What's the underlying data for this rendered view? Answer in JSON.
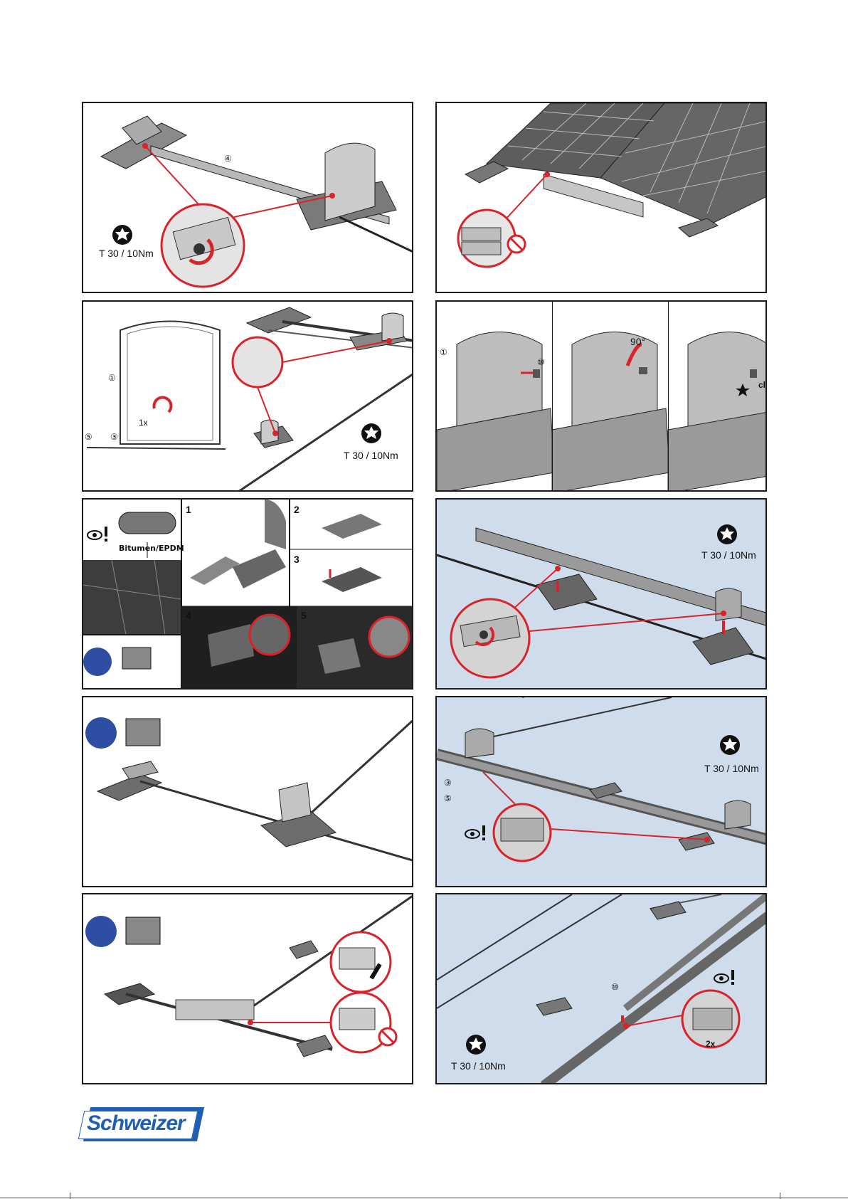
{
  "brand": {
    "logo_text": "Schweizer"
  },
  "labels": {
    "torque": "T 30 / 10Nm",
    "angle": "90°",
    "clip": "cli",
    "material": "Bitumen/EPDM",
    "count_1x": "1x",
    "count_2x": "2x"
  },
  "callouts": {
    "c1": "①",
    "c3": "③",
    "c4": "④",
    "c5": "⑤",
    "c10": "⑩"
  },
  "steps": {
    "s1": "1",
    "s2": "2",
    "s3": "3",
    "s4": "4",
    "s5": "5"
  },
  "colors": {
    "accent_red": "#d8232a",
    "panel_blue": "#cfdcec",
    "brand_blue": "#1e5fb4"
  },
  "icons": [
    "torx-icon",
    "eye-warning-icon",
    "prohibited-icon",
    "read-manual-icon",
    "ballast-block-icon",
    "rotate-arrow-icon",
    "check-icon"
  ]
}
